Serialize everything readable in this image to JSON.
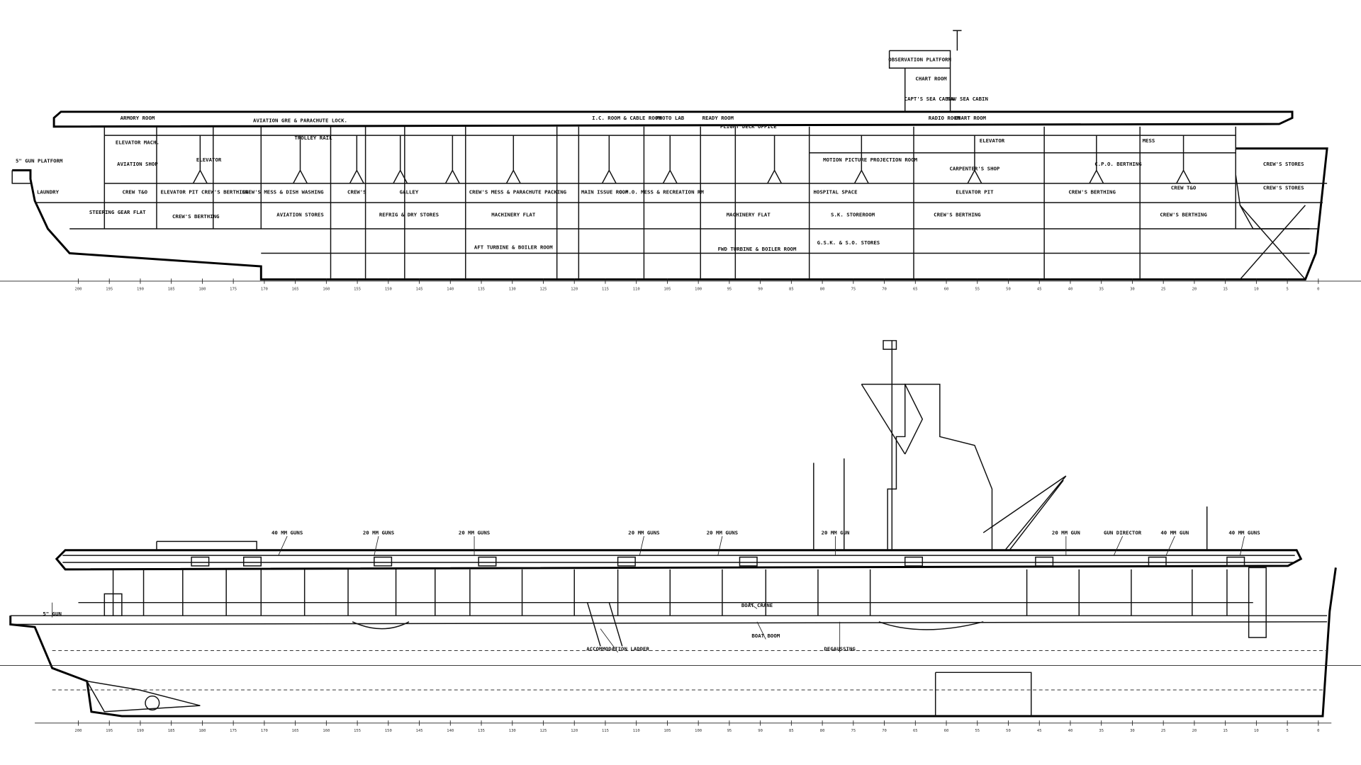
{
  "inboard_profile": {
    "rooms": [
      "ARMORY ROOM",
      "ELEVATOR MACH.",
      "AVIATION SHOP",
      "5\" GUN PLATFORM",
      "LAUNDRY",
      "STEERING GEAR FLAT",
      "CREW T&O",
      "ELEVATOR PIT CREW'S BERTHING",
      "CREW'S BERTHING",
      "ELEVATOR",
      "TROLLEY RAIL",
      "AVIATION GRE & PARACHUTE LOCK.",
      "CREW'S MESS & DISH WASHING",
      "CREW'S",
      "GALLEY",
      "AVIATION STORES",
      "REFRIG & DRY STORES",
      "CREW'S MESS & PARACHUTE PACKING",
      "MACHINERY FLAT",
      "AFT TURBINE & BOILER ROOM",
      "I.C. ROOM & CABLE ROOM",
      "PHOTO LAB",
      "READY ROOM",
      "FLIGHT DECK OFFICE",
      "MAIN ISSUE ROOM",
      "C.P.O. MESS & RECREATION RM",
      "MACHINERY FLAT",
      "FWD TURBINE & BOILER ROOM",
      "HOSPITAL SPACE",
      "S.K. STOREROOM",
      "G.S.K. & S.O. STORES",
      "MOTION PICTURE PROJECTION ROOM",
      "OBSERVATION PLATFORM",
      "CHART ROOM",
      "CAPT'S SEA CABIN",
      "NAV SEA CABIN",
      "RADIO ROOM",
      "CHART ROOM",
      "ELEVATOR",
      "CARPENTER'S SHOP",
      "ELEVATOR PIT",
      "CREW'S BERTHING",
      "C.P.O. BERTHING",
      "CREW'S BERTHING",
      "CREW'S BERTHING",
      "MESS",
      "CREW T&O",
      "CREW'S STORES",
      "CREW'S STORES"
    ]
  },
  "outboard_profile": {
    "callouts": [
      "5\" GUN",
      "40 MM GUNS",
      "20 MM GUNS",
      "20 MM GUNS",
      "20 MM GUNS",
      "20 MM GUNS",
      "20 MM GUN",
      "20 MM GUN",
      "GUN DIRECTOR",
      "40 MM GUN",
      "40 MM GUNS",
      "ACCOMMODATION LADDER",
      "BOAT CRANE",
      "BOAT BOOM",
      "DEGAUSSING"
    ]
  },
  "frame_scale": [
    "200",
    "195",
    "190",
    "185",
    "180",
    "175",
    "170",
    "165",
    "160",
    "155",
    "150",
    "145",
    "140",
    "135",
    "130",
    "125",
    "120",
    "115",
    "110",
    "105",
    "100",
    "95",
    "90",
    "85",
    "80",
    "75",
    "70",
    "65",
    "60",
    "55",
    "50",
    "45",
    "40",
    "35",
    "30",
    "25",
    "20",
    "15",
    "10",
    "5",
    "0"
  ],
  "colors": {
    "ink": "#111111",
    "paper": "#ffffff"
  }
}
